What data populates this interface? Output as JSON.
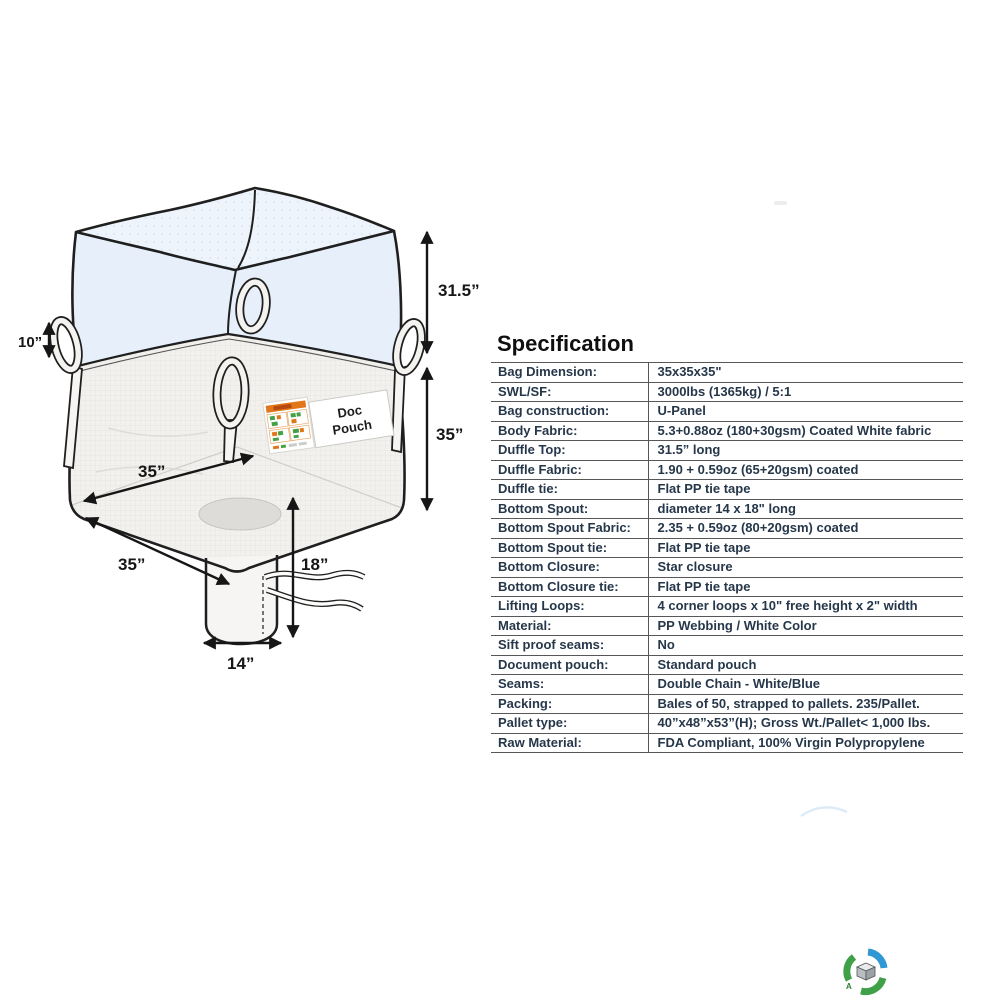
{
  "spec": {
    "heading": "Specification",
    "rows": [
      {
        "label": "Bag Dimension:",
        "value": "35x35x35\""
      },
      {
        "label": "SWL/SF:",
        "value": "3000lbs (1365kg) / 5:1"
      },
      {
        "label": "Bag construction:",
        "value": "U-Panel"
      },
      {
        "label": "Body Fabric:",
        "value": "5.3+0.88oz (180+30gsm) Coated White fabric"
      },
      {
        "label": "Duffle Top:",
        "value": "31.5” long"
      },
      {
        "label": "Duffle Fabric:",
        "value": "1.90 + 0.59oz (65+20gsm) coated"
      },
      {
        "label": "Duffle tie:",
        "value": "Flat PP tie tape"
      },
      {
        "label": "Bottom Spout:",
        "value": "diameter 14 x 18\" long"
      },
      {
        "label": "Bottom Spout Fabric:",
        "value": "2.35 + 0.59oz (80+20gsm) coated"
      },
      {
        "label": "Bottom Spout tie:",
        "value": "Flat PP tie tape"
      },
      {
        "label": "Bottom Closure:",
        "value": "Star closure"
      },
      {
        "label": "Bottom Closure tie:",
        "value": "Flat PP tie tape"
      },
      {
        "label": "Lifting Loops:",
        "value": "4 corner loops x 10\" free height x 2\" width"
      },
      {
        "label": "Material:",
        "value": "PP Webbing / White Color"
      },
      {
        "label": "Sift proof seams:",
        "value": "No"
      },
      {
        "label": "Document pouch:",
        "value": "Standard pouch"
      },
      {
        "label": "Seams:",
        "value": "Double Chain - White/Blue"
      },
      {
        "label": "Packing:",
        "value": "Bales of 50, strapped to pallets. 235/Pallet."
      },
      {
        "label": "Pallet type:",
        "value": "40”x48”x53”(H); Gross Wt./Pallet< 1,000 lbs."
      },
      {
        "label": "Raw Material:",
        "value": "FDA Compliant, 100% Virgin Polypropylene"
      }
    ]
  },
  "diagram": {
    "dimension_labels": {
      "duffle_top_height": "31.5”",
      "lifting_loop_height": "10”",
      "body_height": "35”",
      "top_width": "35”",
      "base_width": "35”",
      "bottom_spout_length": "18”",
      "bottom_spout_diameter": "14”"
    },
    "doc_pouch": {
      "line1": "Doc",
      "line2": "Pouch"
    }
  },
  "logo": {
    "letter": "A"
  },
  "colors": {
    "duffle_top_fill": "#e7f0fa",
    "body_fabric_fill": "#f2f1ee",
    "line_color": "#1f1f1f",
    "table_text": "#26374a",
    "table_border": "#575757",
    "sticker_orange": "#e2761b",
    "sticker_green": "#44a147",
    "logo_green": "#3fa047",
    "logo_blue": "#2f97d4"
  }
}
